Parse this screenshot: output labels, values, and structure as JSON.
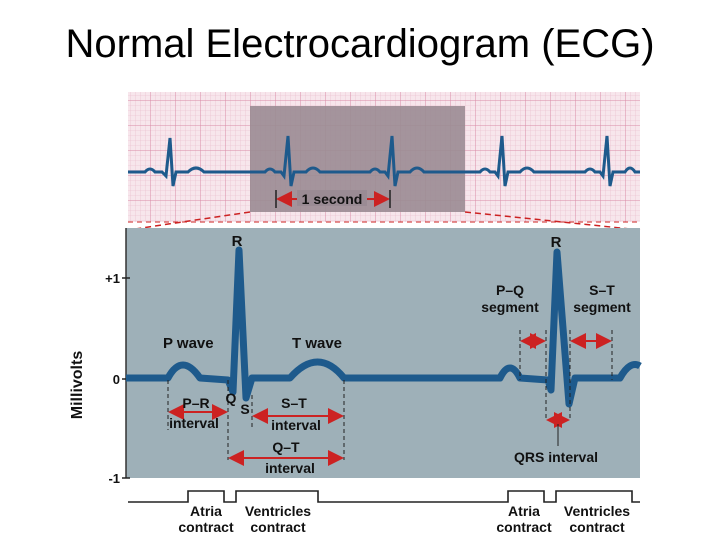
{
  "title": "Normal Electrocardiogram (ECG)",
  "strip": {
    "scale_label": "1 second"
  },
  "axis": {
    "ylabel": "Millivolts",
    "ticks": [
      "+1",
      "0",
      "-1"
    ]
  },
  "peaks": {
    "r1": "R",
    "r2": "R",
    "q": "Q",
    "s": "S"
  },
  "waves": {
    "p": "P wave",
    "t": "T wave"
  },
  "segments": {
    "pq_line1": "P–Q",
    "pq_line2": "segment",
    "st_line1": "S–T",
    "st_line2": "segment"
  },
  "intervals": {
    "pr_line1": "P–R",
    "pr_line2": "interval",
    "st_line1": "S–T",
    "st_line2": "interval",
    "qt_line1": "Q–T",
    "qt_line2": "interval",
    "qrs": "QRS interval"
  },
  "phases": {
    "atria_line1": "Atria",
    "atria_line2": "contract",
    "ventricles_line1": "Ventricles",
    "ventricles_line2": "contract"
  },
  "colors": {
    "grid_bg": "#f7e6ec",
    "grid_line": "#e2a8bb",
    "trace": "#1e5a8c",
    "panel": "#9eb0b8",
    "highlight": "#9a8b94",
    "arrow": "#cc2222"
  }
}
